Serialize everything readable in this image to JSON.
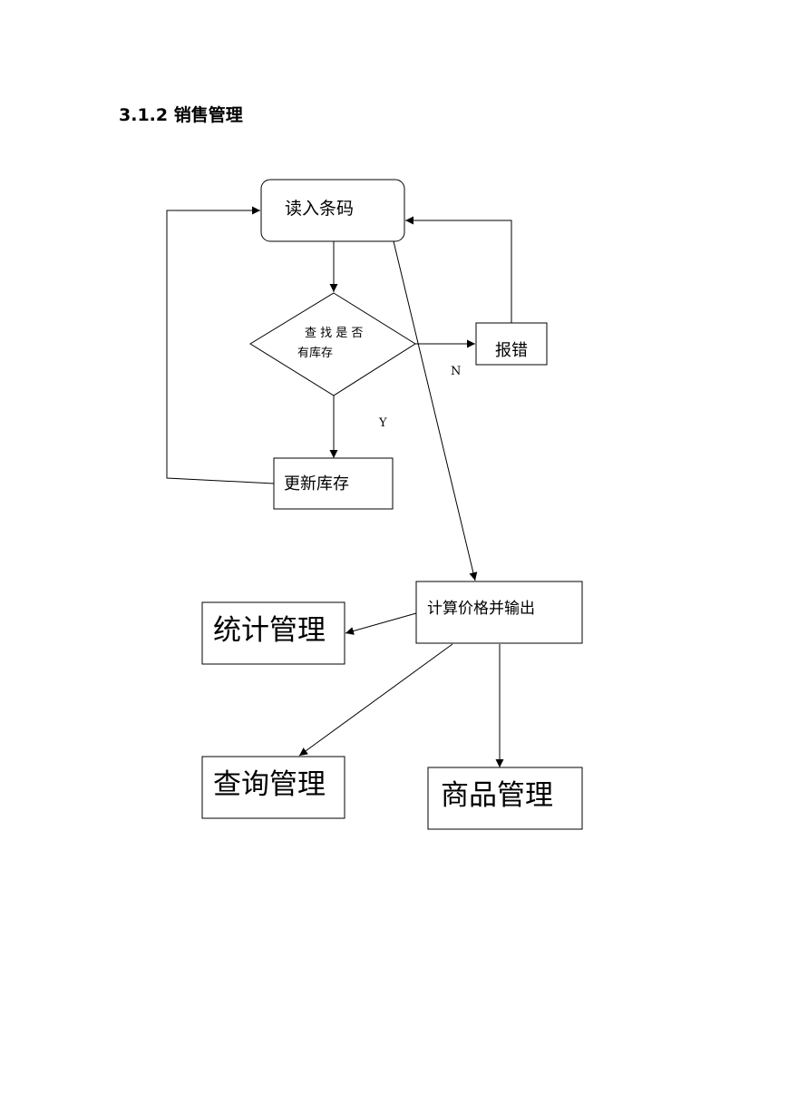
{
  "section": {
    "title": "3.1.2 销售管理"
  },
  "nodes": {
    "read_barcode": "读入条码",
    "check_stock_line1": "查 找 是 否",
    "check_stock_line2": "有库存",
    "report_error": "报错",
    "update_stock": "更新库存",
    "calc_price": "计算价格并输出",
    "stats_mgmt": "统计管理",
    "query_mgmt": "查询管理",
    "goods_mgmt": "商品管理"
  },
  "edge_labels": {
    "no": "N",
    "yes": "Y"
  }
}
